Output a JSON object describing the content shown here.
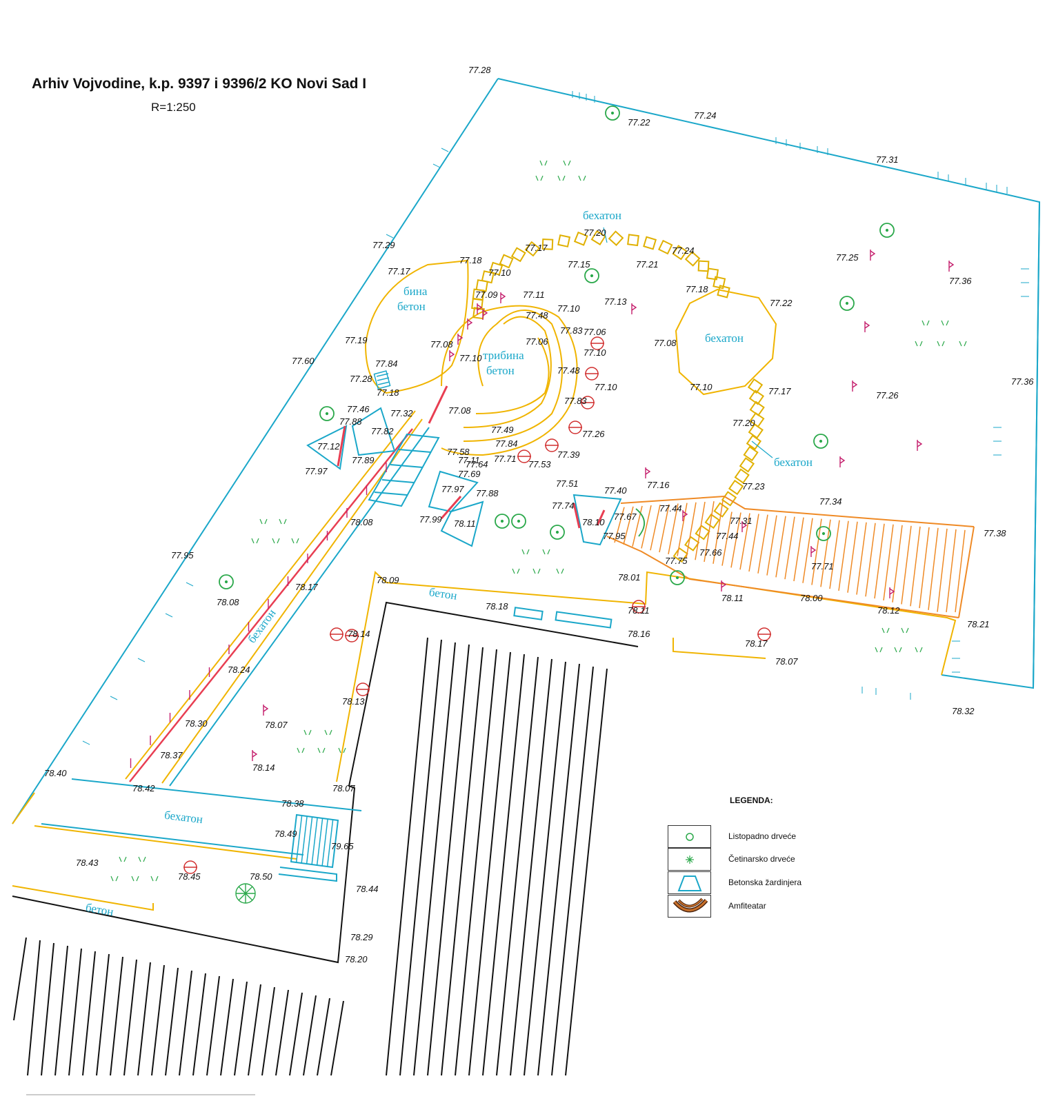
{
  "header": {
    "title": "Arhiv Vojvodine, k.p. 9397 i 9396/2 KO Novi Sad I",
    "scale": "R=1:250"
  },
  "materials": {
    "bina_1": "бина",
    "bina_2": "бетон",
    "tribina_1": "трибина",
    "tribina_2": "бетон",
    "behaton_top": "бехатон",
    "behaton_oct": "бехатон",
    "behaton_right": "бехатон",
    "behaton_path": "бехатон",
    "beton_mid": "бетон",
    "behaton_bottom": "бехатон",
    "beton_bottom": "бетон"
  },
  "elevations": {
    "e1": "77.28",
    "e2": "77.22",
    "e3": "77.24",
    "e4": "77.31",
    "e5": "77.29",
    "e6": "77.17",
    "e7": "77.18",
    "e8": "77.10",
    "e9": "77.09",
    "e10": "77.17",
    "e11": "77.20",
    "e12": "77.15",
    "e13": "77.21",
    "e14": "77.24",
    "e15": "77.18",
    "e16": "77.11",
    "e17": "77.10",
    "e18": "77.48",
    "e19": "77.13",
    "e20": "77.22",
    "e21": "77.25",
    "e22": "77.36",
    "e23": "77.19",
    "e24": "77.08",
    "e25": "77.10",
    "e26": "77.06",
    "e27": "77.83",
    "e28": "77.06",
    "e29": "77.10",
    "e30": "77.08",
    "e31": "77.60",
    "e32": "77.84",
    "e33": "77.28",
    "e34": "77.18",
    "e35": "77.48",
    "e36": "77.10",
    "e37": "77.10",
    "e38": "77.17",
    "e39": "77.26",
    "e40": "77.36",
    "e41": "77.46",
    "e42": "77.32",
    "e43": "77.88",
    "e44": "77.82",
    "e45": "77.12",
    "e46": "77.89",
    "e47": "77.97",
    "e48": "77.08",
    "e49": "77.83",
    "e50": "77.49",
    "e51": "77.26",
    "e52": "77.20",
    "e53": "77.84",
    "e54": "77.58",
    "e55": "77.11",
    "e56": "77.64",
    "e57": "77.71",
    "e58": "77.53",
    "e59": "77.39",
    "e60": "77.69",
    "e61": "77.51",
    "e62": "77.40",
    "e63": "77.16",
    "e64": "77.23",
    "e65": "77.34",
    "e66": "77.97",
    "e67": "77.88",
    "e68": "77.74",
    "e69": "77.44",
    "e70": "77.99",
    "e71": "78.11",
    "e72": "78.10",
    "e73": "77.67",
    "e74": "77.31",
    "e75": "77.38",
    "e76": "77.95",
    "e77": "77.44",
    "e78": "78.08",
    "e79": "77.66",
    "e80": "77.71",
    "e81": "77.95",
    "e82": "77.75",
    "e83": "78.09",
    "e84": "78.01",
    "e85": "78.08",
    "e86": "78.17",
    "e87": "78.11",
    "e88": "78.00",
    "e89": "78.12",
    "e90": "78.18",
    "e91": "78.11",
    "e92": "78.21",
    "e93": "78.14",
    "e94": "78.16",
    "e95": "78.17",
    "e96": "78.07",
    "e97": "78.24",
    "e98": "78.13",
    "e99": "78.32",
    "e100": "78.30",
    "e101": "78.07",
    "e102": "78.37",
    "e103": "78.14",
    "e104": "78.40",
    "e105": "78.42",
    "e106": "78.07",
    "e107": "78.38",
    "e108": "78.49",
    "e109": "79.65",
    "e110": "78.43",
    "e111": "78.45",
    "e112": "78.50",
    "e113": "78.44",
    "e114": "78.29",
    "e115": "78.20"
  },
  "legend": {
    "title": "LEGENDA:",
    "items": [
      {
        "label": "Listopadno drveće",
        "symbol": "deciduous-tree-icon"
      },
      {
        "label": "Četinarsko drveće",
        "symbol": "conifer-tree-icon"
      },
      {
        "label": "Betonska žardinjera",
        "symbol": "concrete-planter-icon"
      },
      {
        "label": "Amfiteatar",
        "symbol": "amphitheatre-icon"
      }
    ]
  },
  "colors": {
    "boundary": "#1aa7c9",
    "concrete_edge": "#f0b400",
    "paver_edge": "#e0b000",
    "amphitheatre": "#ef8a25",
    "kerb": "#e83e52",
    "tree": "#2aa84a",
    "conifer": "#d12f2f"
  }
}
